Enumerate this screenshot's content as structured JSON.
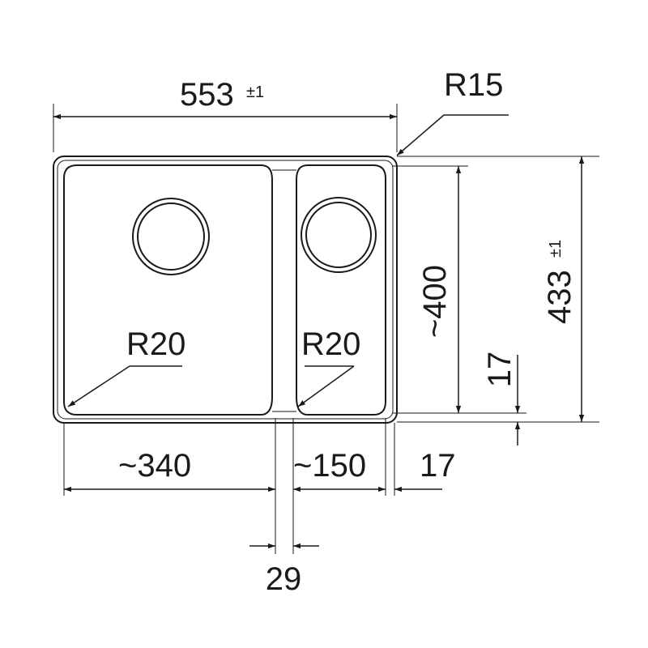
{
  "drawing": {
    "overall_width": {
      "value": "553",
      "tolerance": "±1"
    },
    "overall_height": {
      "value": "433",
      "tolerance": "±1"
    },
    "outer_corner_radius": "R15",
    "left_bowl_corner_radius": "R20",
    "right_bowl_corner_radius": "R20",
    "bowl_height": "~400",
    "bottom_rim": "17",
    "left_bowl_width": "~340",
    "right_bowl_width": "~150",
    "right_rim": "17",
    "divider_width": "29"
  },
  "colors": {
    "line": "#1a1a1a",
    "background": "#ffffff"
  }
}
